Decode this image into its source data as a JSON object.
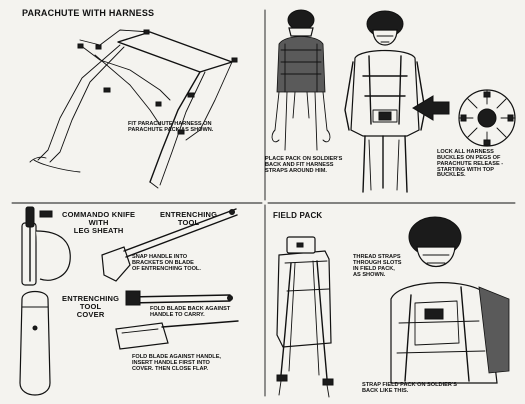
{
  "sections": {
    "parachute": {
      "title": "PARACHUTE WITH HARNESS",
      "caption_fit": [
        "FIT PARACHUTE HARNESS ON",
        "PARACHUTE PACK AS SHOWN."
      ],
      "caption_place": [
        "PLACE PACK ON SOLDIER'S",
        "BACK AND FIT HARNESS",
        "STRAPS AROUND HIM."
      ],
      "caption_lock": [
        "LOCK ALL HARNESS",
        "BUCKLES ON PEGS OF",
        "PARACHUTE RELEASE -",
        "STARTING WITH TOP",
        "BUCKLES."
      ]
    },
    "knife": {
      "title": [
        "COMMANDO KNIFE",
        "WITH",
        "LEG SHEATH"
      ]
    },
    "cover": {
      "title": [
        "ENTRENCHING",
        "TOOL",
        "COVER"
      ]
    },
    "tool": {
      "title": [
        "ENTRENCHING",
        "TOOL"
      ],
      "caption_snap": [
        "SNAP HANDLE INTO",
        "BRACKETS ON BLADE",
        "OF ENTRENCHING TOOL."
      ],
      "caption_fold_back": [
        "FOLD BLADE BACK AGAINST",
        "HANDLE TO CARRY."
      ],
      "caption_fold_insert": [
        "FOLD BLADE AGAINST HANDLE,",
        "INSERT HANDLE FIRST INTO",
        "COVER. THEN CLOSE FLAP."
      ]
    },
    "field_pack": {
      "title": "FIELD PACK",
      "caption_thread": [
        "THREAD STRAPS",
        "THROUGH SLOTS",
        "IN FIELD PACK,",
        "AS SHOWN."
      ],
      "caption_strap": [
        "STRAP FIELD PACK ON SOLDIER'S",
        "BACK LIKE THIS."
      ]
    }
  }
}
